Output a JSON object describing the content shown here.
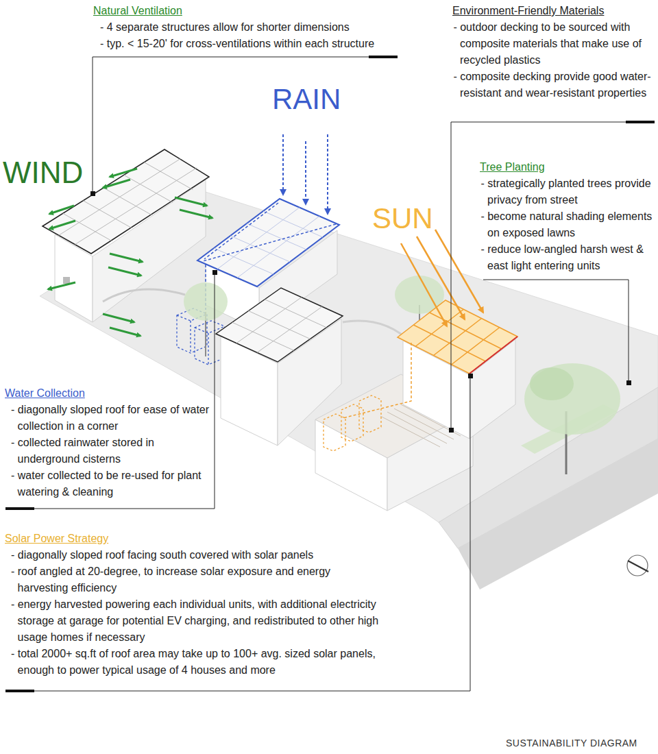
{
  "diagram": {
    "caption": "SUSTAINABILITY DIAGRAM",
    "labels": [
      "Natural Ventilation",
      "- 4 separate structures allow for shorter dimensions",
      "- typ. < 15-20' for cross-ventilations within each structure",
      "Environment-Friendly Materials",
      "- outdoor decking to be sourced with composite materials that make use of recycled plastics",
      "- composite decking provide good water-resistant and wear-resistant properties",
      "RAIN",
      "WIND",
      "SUN",
      "Tree Planting",
      "- strategically planted trees provide privacy from street",
      "- become natural shading elements on exposed lawns",
      "- reduce low-angled harsh west & east light entering units",
      "Water Collection",
      "- diagonally sloped roof for ease of water collection in a corner",
      "- collected rainwater stored in underground cisterns",
      "- water collected to be re-used for plant watering & cleaning",
      "Solar Power Strategy",
      "- diagonally sloped roof facing south covered with solar panels",
      "- roof angled at 20-degree, to increase solar exposure and energy harvesting efficiency",
      "- energy harvested powering each individual units, with additional electricity storage at garage for potential EV charging, and redistributed to other high usage homes if necessary",
      "- total 2000+ sq.ft of roof area may take up to 100+ avg. sized solar panels, enough to power typical usage of 4 houses and more"
    ]
  }
}
